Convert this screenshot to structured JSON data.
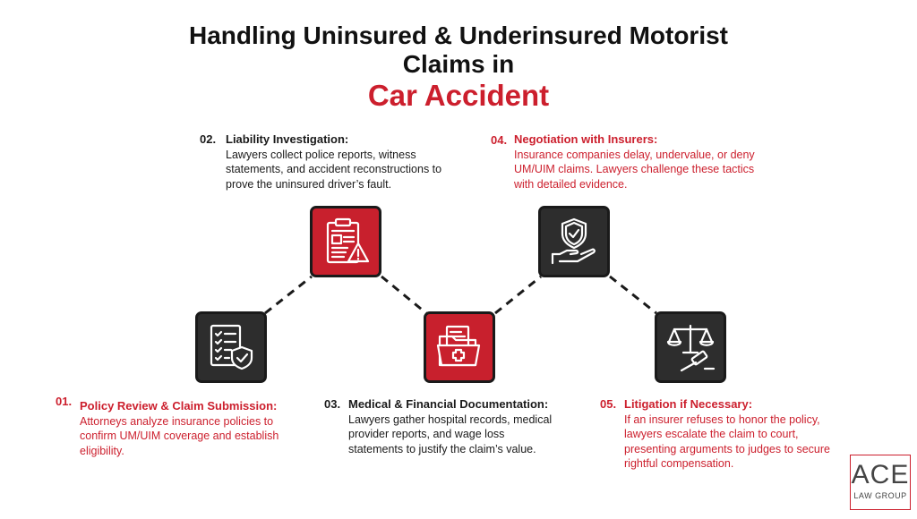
{
  "title": {
    "line1": "Handling Uninsured & Underinsured Motorist",
    "line2": "Claims in",
    "highlight": "Car Accident"
  },
  "colors": {
    "accent": "#cc1f2d",
    "dark": "#2d2d2d",
    "text": "#1a1a1a"
  },
  "steps": [
    {
      "num": "01.",
      "heading": "Policy Review & Claim Submission:",
      "body": "Attorneys analyze insurance policies to confirm UM/UIM coverage and establish eligibility.",
      "icon": "checklist-shield-icon",
      "color": "red"
    },
    {
      "num": "02.",
      "heading": "Liability Investigation:",
      "body": "Lawyers collect police reports, witness statements, and accident reconstructions to prove the uninsured driver’s fault.",
      "icon": "clipboard-warning-icon",
      "color": "black"
    },
    {
      "num": "03.",
      "heading": "Medical & Financial Documentation:",
      "body": "Lawyers gather hospital records, medical provider reports, and wage loss statements to justify the claim’s value.",
      "icon": "medical-folder-icon",
      "color": "black"
    },
    {
      "num": "04.",
      "heading": "Negotiation with Insurers:",
      "body": "Insurance companies delay, undervalue, or deny UM/UIM claims. Lawyers challenge these tactics with detailed evidence.",
      "icon": "hand-shield-icon",
      "color": "red"
    },
    {
      "num": "05.",
      "heading": "Litigation if Necessary:",
      "body": "If an insurer refuses to honor the policy, lawyers escalate the claim to court, presenting arguments to judges to secure rightful compensation.",
      "icon": "scales-gavel-icon",
      "color": "red"
    }
  ],
  "logo": {
    "name": "ACE",
    "sub": "LAW GROUP"
  }
}
